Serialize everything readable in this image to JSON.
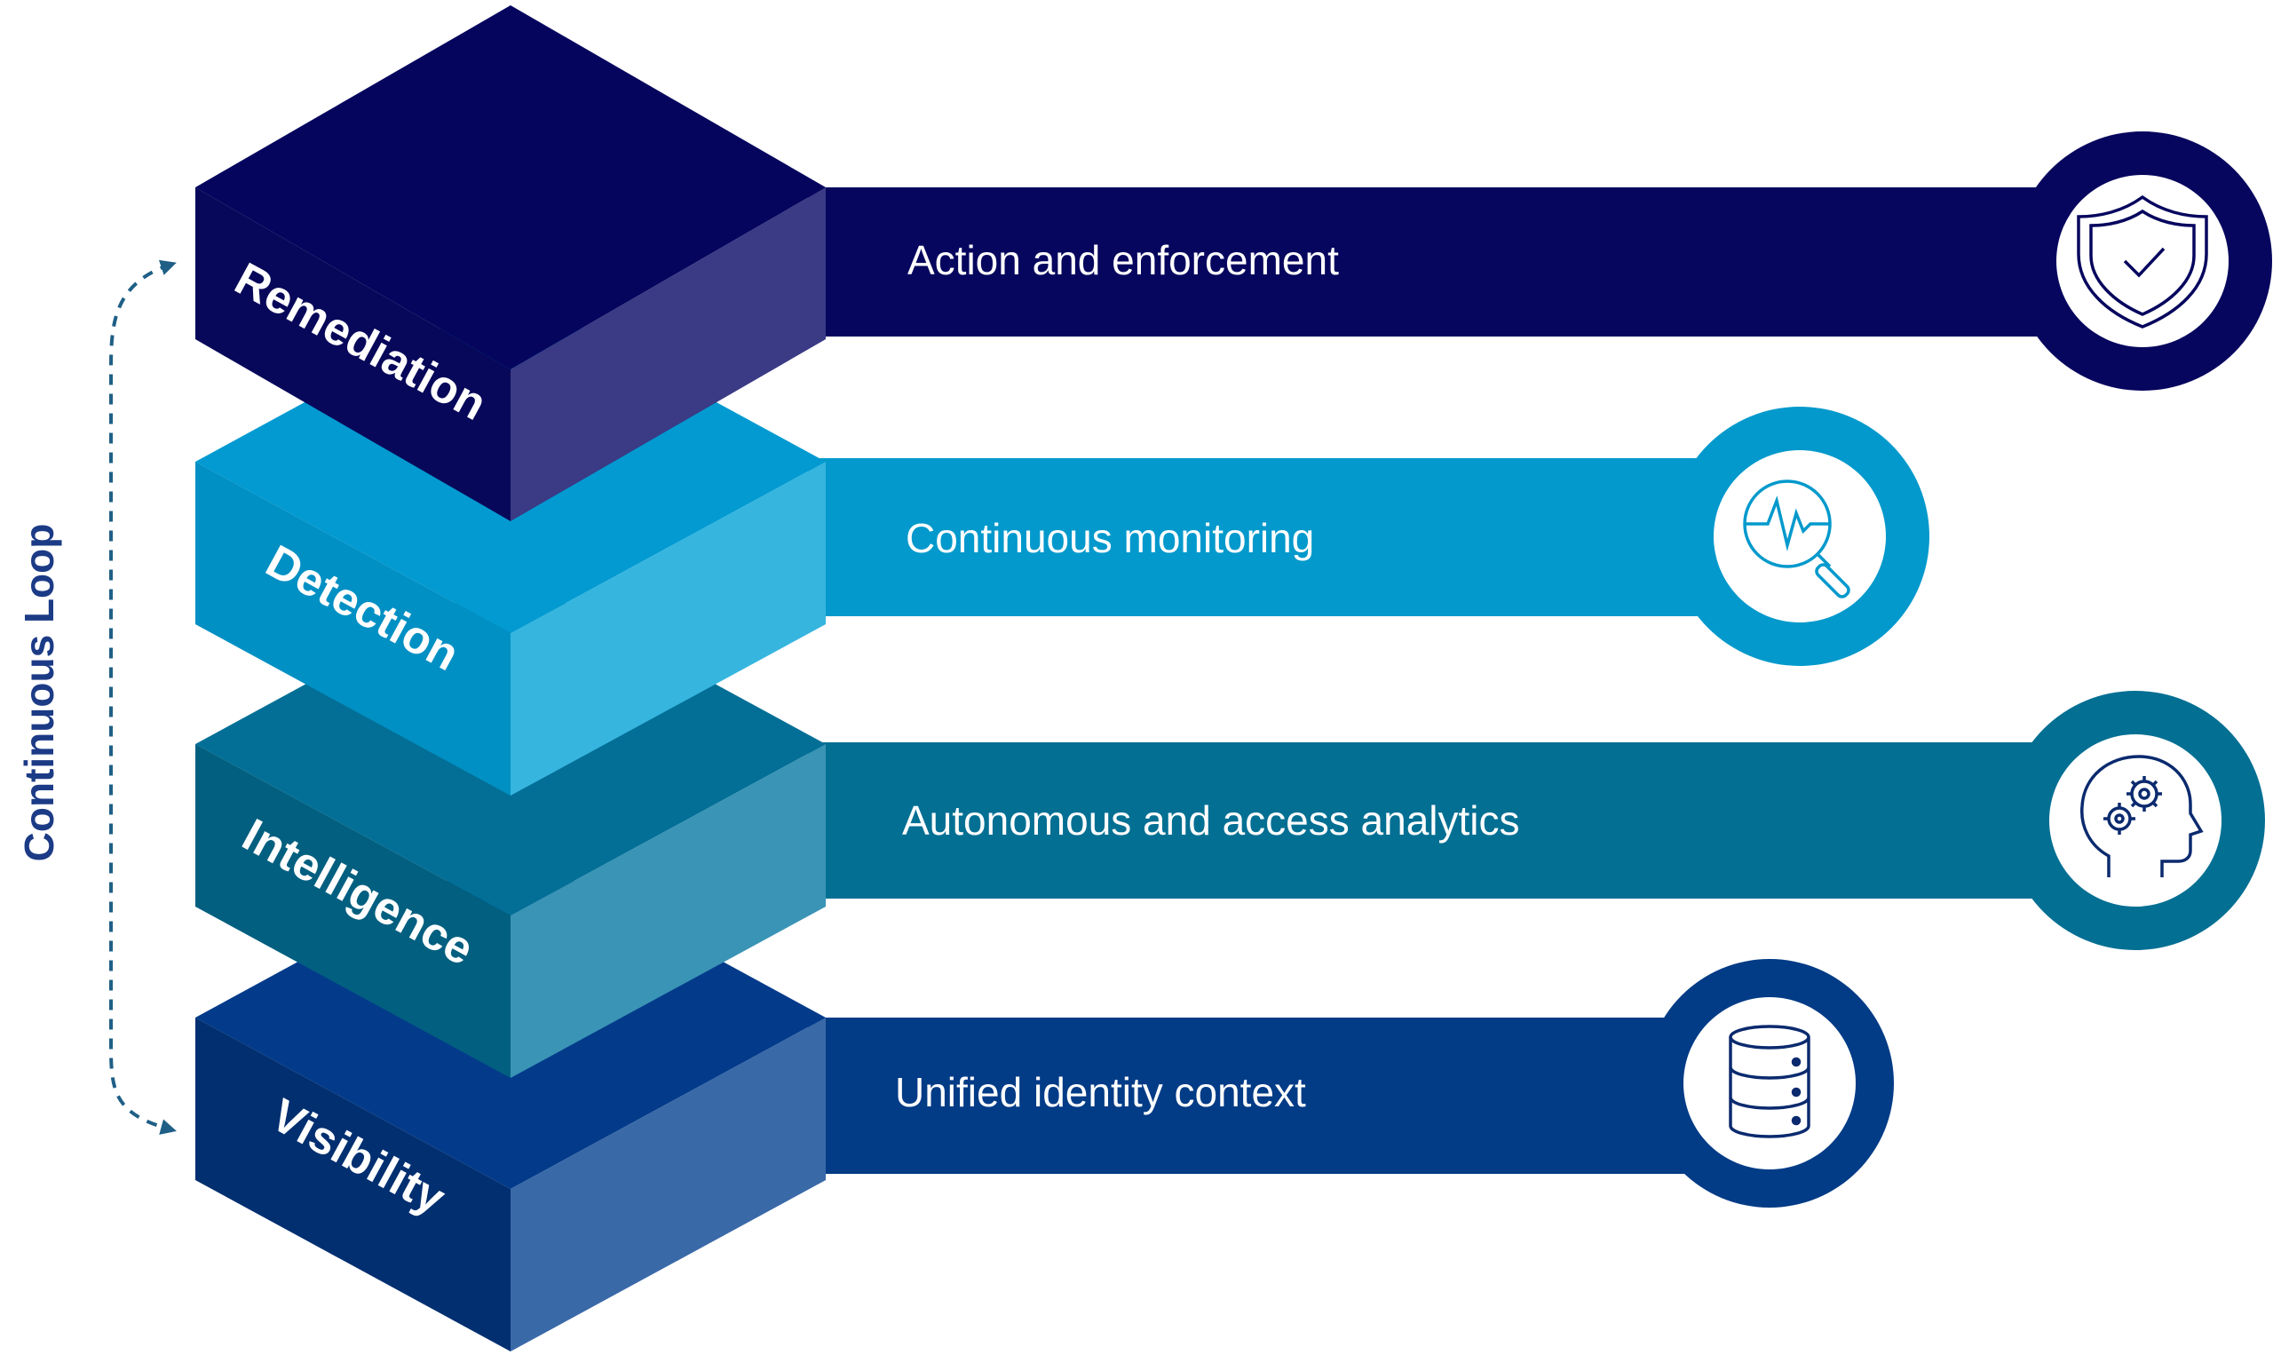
{
  "loop_label": "Continuous Loop",
  "layers": [
    {
      "id": "remediation",
      "name": "Remediation",
      "description": "Action and enforcement",
      "icon": "shield-check-icon",
      "colors": {
        "top": "#05055e",
        "left": "#08085a",
        "right": "#3a3a85",
        "bar": "#06065e",
        "ring": "#06065e"
      }
    },
    {
      "id": "detection",
      "name": "Detection",
      "description": "Continuous monitoring",
      "icon": "monitoring-search-icon",
      "colors": {
        "top": "#029ad1",
        "left": "#0190c4",
        "right": "#36b5df",
        "bar": "#0399cc",
        "ring": "#0399cc"
      }
    },
    {
      "id": "intelligence",
      "name": "Intelligence",
      "description": "Autonomous and access analytics",
      "icon": "brain-gears-icon",
      "colors": {
        "top": "#036f96",
        "left": "#025f80",
        "right": "#3a94b6",
        "bar": "#036f93",
        "ring": "#036f93"
      }
    },
    {
      "id": "visibility",
      "name": "Visibility",
      "description": "Unified identity context",
      "icon": "database-icon",
      "colors": {
        "top": "#033b8a",
        "left": "#022f70",
        "right": "#3a69a8",
        "bar": "#023b86",
        "ring": "#023b86"
      }
    }
  ],
  "colors": {
    "loop_text": "#1c3b86",
    "loop_arrow": "#1f5f86",
    "icon_stroke": "#0b2a6e",
    "label_text": "#ffffff"
  }
}
